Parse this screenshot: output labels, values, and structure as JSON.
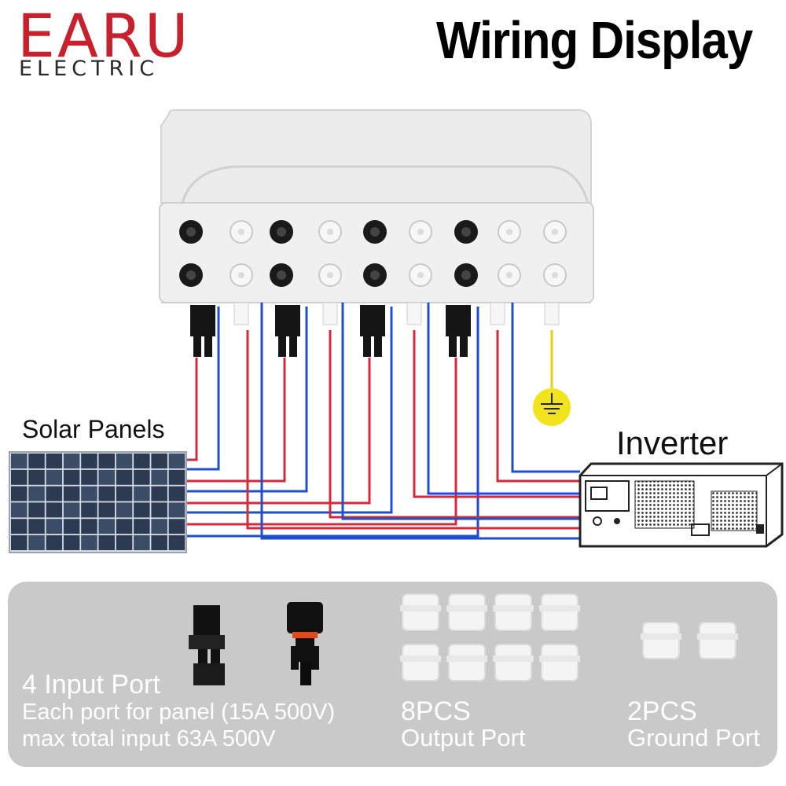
{
  "brand": {
    "name": "EARU",
    "sub": "ELECTRIC"
  },
  "title": "Wiring Display",
  "labels": {
    "solar": "Solar Panels",
    "inverter": "Inverter"
  },
  "colors": {
    "positive_wire": "#d8283c",
    "negative_wire": "#1e4fd0",
    "ground_wire": "#e3d21a",
    "brand": "#c8202c",
    "legend_bg": "#c9c9c9"
  },
  "icons": {
    "ground": "ground-symbol-icon"
  },
  "legend": {
    "input": {
      "title": "4 Input Port",
      "line1": "Each port for panel (15A 500V)",
      "line2": "max total input 63A 500V"
    },
    "output": {
      "count": "8PCS",
      "label": "Output Port"
    },
    "ground": {
      "count": "2PCS",
      "label": "Ground Port"
    }
  }
}
